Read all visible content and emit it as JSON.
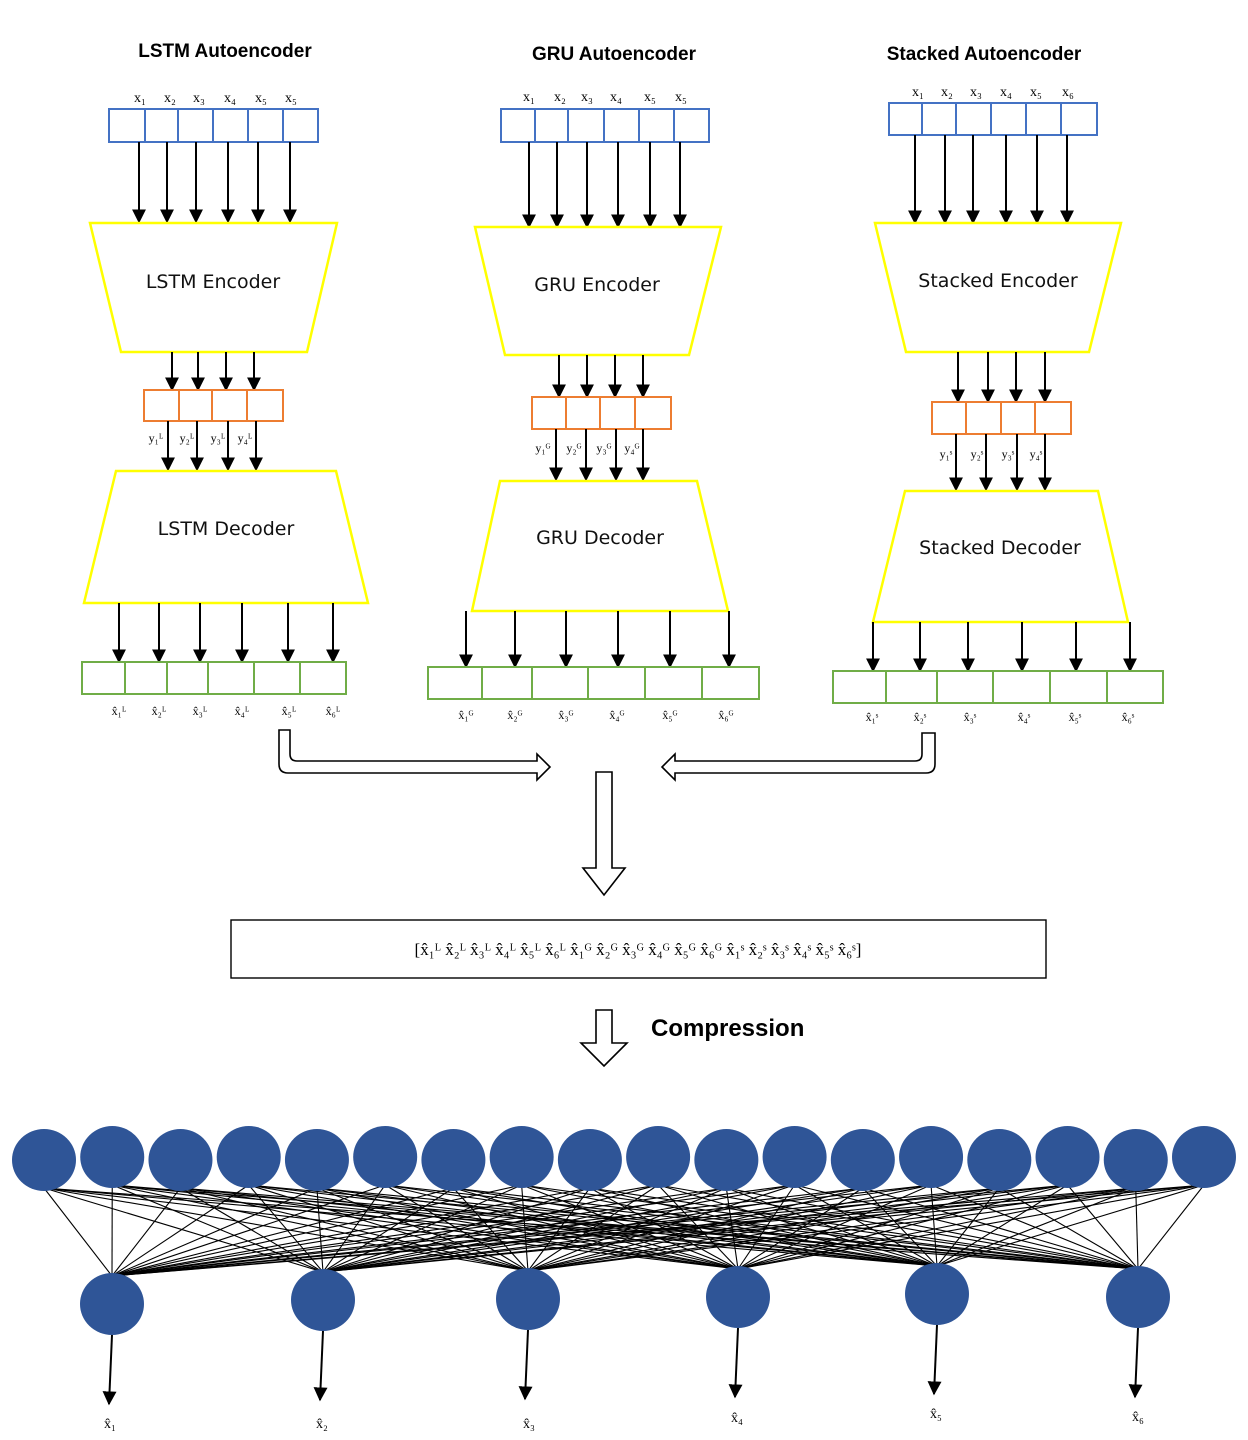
{
  "columns": [
    {
      "title": "LSTM Autoencoder",
      "encoder_label": "LSTM Encoder",
      "decoder_label": "LSTM Decoder",
      "input_labels": [
        "x₁",
        "x₂",
        "x₃",
        "x₄",
        "x₅",
        "x₅"
      ],
      "latent_labels": [
        "y₁ᴸ",
        "y₂ᴸ",
        "y₃ᴸ",
        "y₄ᴸ"
      ],
      "output_labels": [
        "x̂₁ᴸ",
        "x̂₂ᴸ",
        "x̂₃ᴸ",
        "x̂₄ᴸ",
        "x̂₅ᴸ",
        "x̂₆ᴸ"
      ]
    },
    {
      "title": "GRU Autoencoder",
      "encoder_label": "GRU Encoder",
      "decoder_label": "GRU Decoder",
      "input_labels": [
        "x₁",
        "x₂",
        "x₃",
        "x₄",
        "x₅",
        "x₅"
      ],
      "latent_labels": [
        "y₁ᴳ",
        "y₂ᴳ",
        "y₃ᴳ",
        "y₄ᴳ"
      ],
      "output_labels": [
        "x̂₁ᴳ",
        "x̂₂ᴳ",
        "x̂₃ᴳ",
        "x̂₄ᴳ",
        "x̂₅ᴳ",
        "x̂₆ᴳ"
      ]
    },
    {
      "title": "Stacked Autoencoder",
      "encoder_label": "Stacked Encoder",
      "decoder_label": "Stacked Decoder",
      "input_labels": [
        "x₁",
        "x₂",
        "x₃",
        "x₄",
        "x₅",
        "x₆"
      ],
      "latent_labels": [
        "y₁ˢ",
        "y₂ˢ",
        "y₃ˢ",
        "y₄ˢ"
      ],
      "output_labels": [
        "x̂₁ˢ",
        "x̂₂ˢ",
        "x̂₃ˢ",
        "x̂₄ˢ",
        "x̂₅ˢ",
        "x̂₆ˢ"
      ]
    }
  ],
  "concat_vector": "[x̂₁ᴸ x̂₂ᴸ x̂₃ᴸ x̂₄ᴸ x̂₅ᴸ x̂₆ᴸ x̂₁ᴳ x̂₂ᴳ x̂₃ᴳ x̂₄ᴳ x̂₅ᴳ x̂₆ᴳ x̂₁ˢ x̂₂ˢ x̂₃ˢ x̂₄ˢ x̂₅ˢ x̂₆ˢ]",
  "compression_label": "Compression",
  "input_node_count": 18,
  "output_labels": [
    "x̂₁",
    "x̂₂",
    "x̂₃",
    "x̂₄",
    "x̂₅",
    "x̂₆"
  ],
  "colors": {
    "input_cells": "#4472c4",
    "latent_cells": "#ed7d31",
    "output_cells": "#70ad47",
    "trapezoid": "#ffff00",
    "nodes": "#2f5597"
  }
}
